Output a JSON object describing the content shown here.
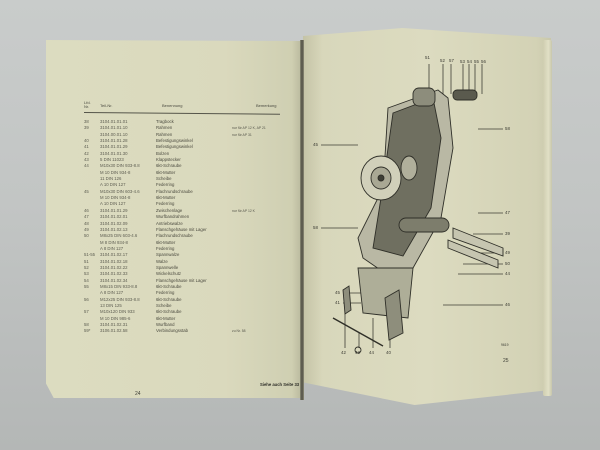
{
  "left_page": {
    "table_header": {
      "pos": "Lfd. Nr.",
      "part_no": "Teil-Nr.",
      "name": "Benennung",
      "note": "Bemerkung"
    },
    "rows": [
      {
        "pos": "38",
        "part_no": "3104.01.01.01",
        "name": "Tragbock",
        "note": ""
      },
      {
        "pos": "39",
        "part_no": "3104.01.01.10",
        "name": "Rahmen",
        "note": "nur für AP 12 K, AP 21"
      },
      {
        "pos": "",
        "part_no": "3104.00.01.10",
        "name": "Rahmen",
        "note": "nur für AP 31"
      },
      {
        "pos": "40",
        "part_no": "3104.01.01.28",
        "name": "Befestigungswinkel",
        "note": ""
      },
      {
        "pos": "41",
        "part_no": "3104.01.01.29",
        "name": "Befestigungswinkel",
        "note": ""
      },
      {
        "pos": "42",
        "part_no": "3104.01.01.30",
        "name": "Bolzen",
        "note": ""
      },
      {
        "pos": "43",
        "part_no": "5 DIN 11023",
        "name": "Klappstecker",
        "note": ""
      },
      {
        "pos": "44",
        "part_no": "M10x30 DIN 933-8.8",
        "name": "6kt-Schraube",
        "note": ""
      },
      {
        "pos": "",
        "part_no": "M 10 DIN 934-8",
        "name": "6kt-Mutter",
        "note": ""
      },
      {
        "pos": "",
        "part_no": "11 DIN 126",
        "name": "Scheibe",
        "note": ""
      },
      {
        "pos": "",
        "part_no": "A 10 DIN 127",
        "name": "Federring",
        "note": ""
      },
      {
        "pos": "45",
        "part_no": "M10x30 DIN 603-4.6",
        "name": "Flachrundschraube",
        "note": ""
      },
      {
        "pos": "",
        "part_no": "M 10 DIN 934-8",
        "name": "6kt-Mutter",
        "note": ""
      },
      {
        "pos": "",
        "part_no": "A 10 DIN 127",
        "name": "Federring",
        "note": ""
      },
      {
        "pos": "46",
        "part_no": "3104.01.01.29",
        "name": "Zwischenlage",
        "note": "nur für AP 12 K"
      },
      {
        "pos": "47",
        "part_no": "3104.01.02.01",
        "name": "Wurfbandrahmen",
        "note": ""
      },
      {
        "pos": "48",
        "part_no": "3104.01.02.09",
        "name": "Antriebswalze",
        "note": ""
      },
      {
        "pos": "49",
        "part_no": "3104.01.02.13",
        "name": "Flanschgehäuse mit Lager",
        "note": ""
      },
      {
        "pos": "50",
        "part_no": "M8x25 DIN 603-4.6",
        "name": "Flachrundschraube",
        "note": ""
      },
      {
        "pos": "",
        "part_no": "M 8 DIN 934-8",
        "name": "6kt-Mutter",
        "note": ""
      },
      {
        "pos": "",
        "part_no": "A 8 DIN 127",
        "name": "Federring",
        "note": ""
      },
      {
        "pos": "51-55",
        "part_no": "3104.01.02.17",
        "name": "Spannwalze",
        "note": ""
      },
      {
        "pos": "51",
        "part_no": "3104.01.02.18",
        "name": "Walze",
        "note": ""
      },
      {
        "pos": "52",
        "part_no": "3104.01.02.22",
        "name": "Spannwelle",
        "note": ""
      },
      {
        "pos": "53",
        "part_no": "3104.01.02.33",
        "name": "Wickelschutz",
        "note": ""
      },
      {
        "pos": "54",
        "part_no": "3104.01.02.34",
        "name": "Flanschgehäuse mit Lager",
        "note": ""
      },
      {
        "pos": "55",
        "part_no": "M8x15 DIN 933-8.8",
        "name": "6kt-Schraube",
        "note": ""
      },
      {
        "pos": "",
        "part_no": "A 8 DIN 127",
        "name": "Federring",
        "note": ""
      },
      {
        "pos": "56",
        "part_no": "M12x25 DIN 933-8.8",
        "name": "6kt-Schraube",
        "note": ""
      },
      {
        "pos": "",
        "part_no": "13 DIN 125",
        "name": "Scheibe",
        "note": ""
      },
      {
        "pos": "57",
        "part_no": "M10x120 DIN 933",
        "name": "6kt-Schraube",
        "note": ""
      },
      {
        "pos": "",
        "part_no": "M 10 DIN 985-6",
        "name": "6kt-Mutter",
        "note": ""
      },
      {
        "pos": "58",
        "part_no": "3104.01.02.31",
        "name": "Wurfband",
        "note": ""
      },
      {
        "pos": "59*",
        "part_no": "3106.01.02.58",
        "name": "Verbindungsstab",
        "note": "zu Nr. 58"
      }
    ],
    "footnote": "Siehe auch Seite 33",
    "page_number": "24"
  },
  "right_page": {
    "callouts_top": [
      "51",
      "52",
      "57",
      "53",
      "54",
      "55",
      "56"
    ],
    "callouts_right": [
      "58",
      "47",
      "39",
      "49",
      "50",
      "44",
      "46"
    ],
    "callouts_left": [
      "45",
      "48",
      "58",
      "45",
      "41"
    ],
    "callouts_bottom": [
      "42",
      "43",
      "44",
      "40"
    ],
    "figure_code": "9619",
    "page_number": "25"
  },
  "colors": {
    "background": "#c5c8c7",
    "paper": "#dcdbc0",
    "ink": "#3b3b33"
  }
}
